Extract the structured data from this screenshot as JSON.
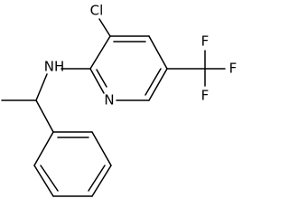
{
  "molecule": {
    "atoms": {
      "chlorine": "Cl",
      "amine": "NH",
      "ring_nitrogen": "N",
      "fluorine_1": "F",
      "fluorine_2": "F",
      "fluorine_3": "F"
    },
    "colors": {
      "bond": "#000000",
      "label": "#000000",
      "background": "#ffffff"
    }
  }
}
